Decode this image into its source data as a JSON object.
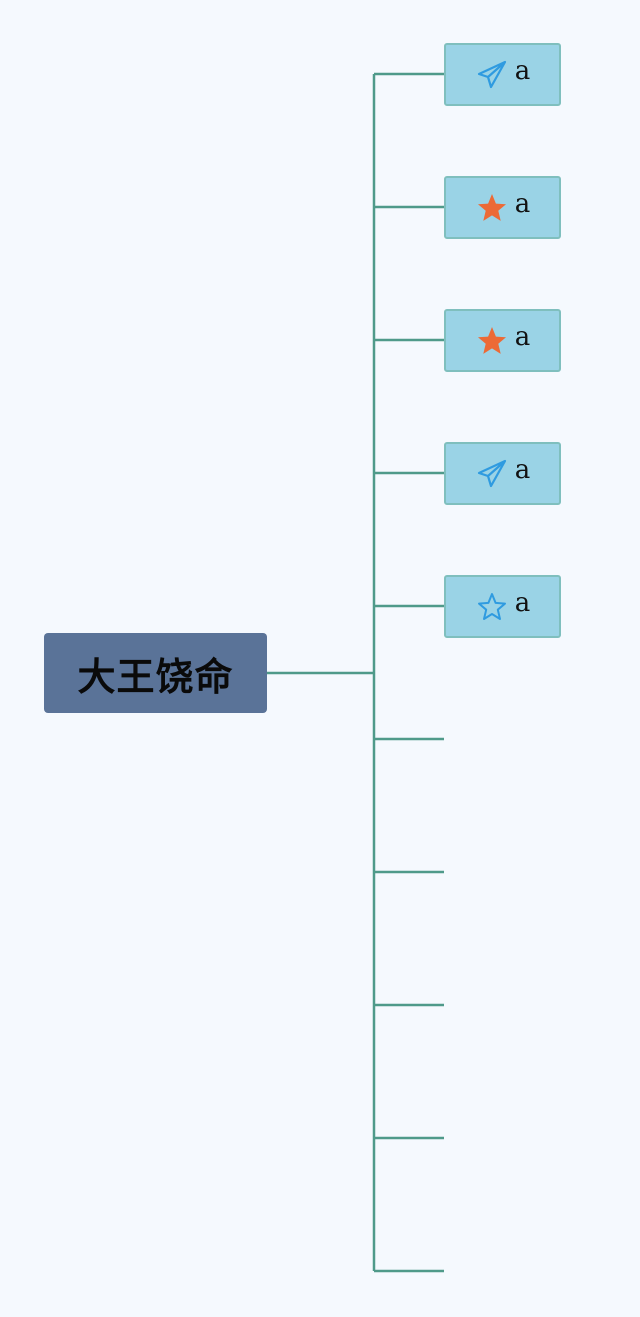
{
  "root": {
    "label": "大王饶命"
  },
  "branches": [
    {
      "label": "a",
      "icon": "paper-plane-icon"
    },
    {
      "label": "a",
      "icon": "star-filled-icon"
    },
    {
      "label": "a",
      "icon": "star-filled-icon"
    },
    {
      "label": "a",
      "icon": "paper-plane-icon"
    },
    {
      "label": "a",
      "icon": "star-outline-icon"
    },
    {
      "label": ""
    },
    {
      "label": ""
    },
    {
      "label": ""
    },
    {
      "label": ""
    },
    {
      "label": ""
    }
  ],
  "colors": {
    "background": "#f5f9fe",
    "connector": "#4f9a8a",
    "root_fill": "#5a7398",
    "leaf_fill": "#9ad3e6",
    "leaf_border": "#7fbfbe",
    "plane_icon": "#2f9be0",
    "star_filled": "#ec6a36",
    "star_outline": "#2f9be0"
  }
}
